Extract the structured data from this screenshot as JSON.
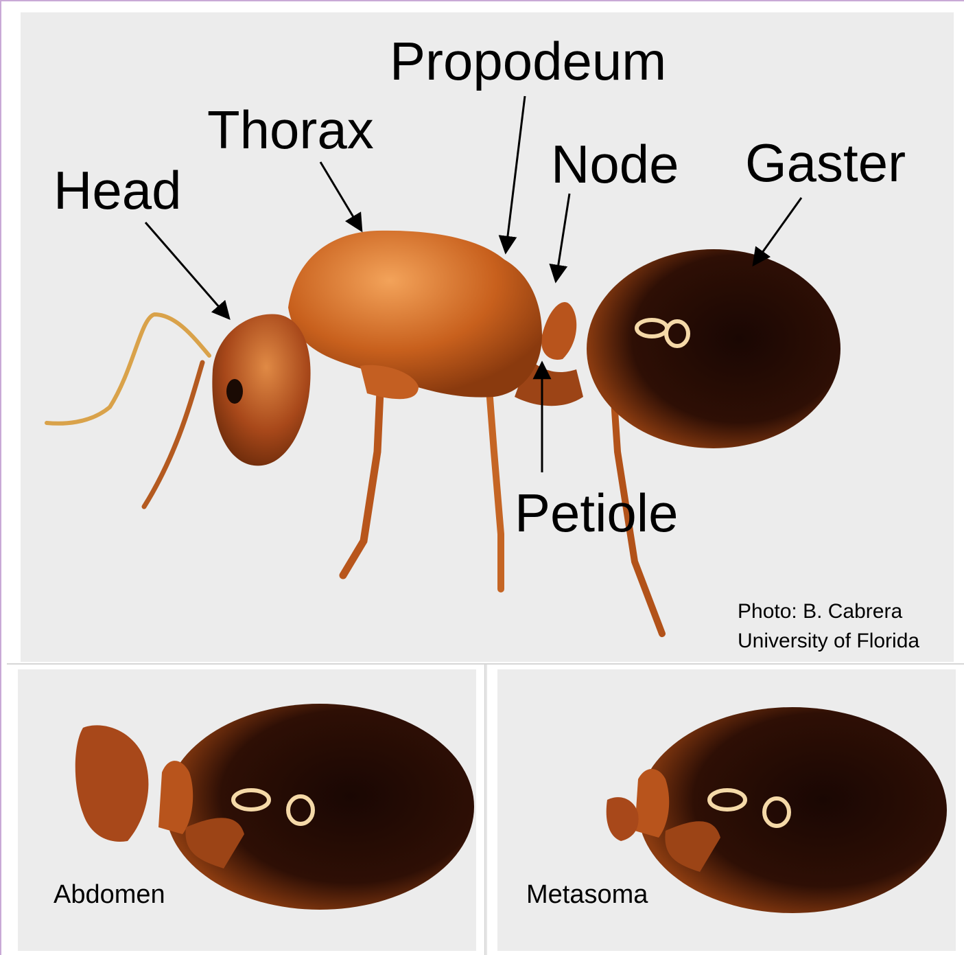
{
  "labels": {
    "head": "Head",
    "thorax": "Thorax",
    "propodeum": "Propodeum",
    "node": "Node",
    "gaster": "Gaster",
    "petiole": "Petiole"
  },
  "credit": {
    "line1": "Photo: B. Cabrera",
    "line2": "University of Florida"
  },
  "panels": {
    "left_caption": "Abdomen",
    "right_caption": "Metasoma"
  },
  "colors": {
    "background": "#ececec",
    "gaster": "#2a0d04",
    "body": "#c9621e",
    "highlight": "#f0a25a",
    "frame": "#c9a9d6"
  }
}
